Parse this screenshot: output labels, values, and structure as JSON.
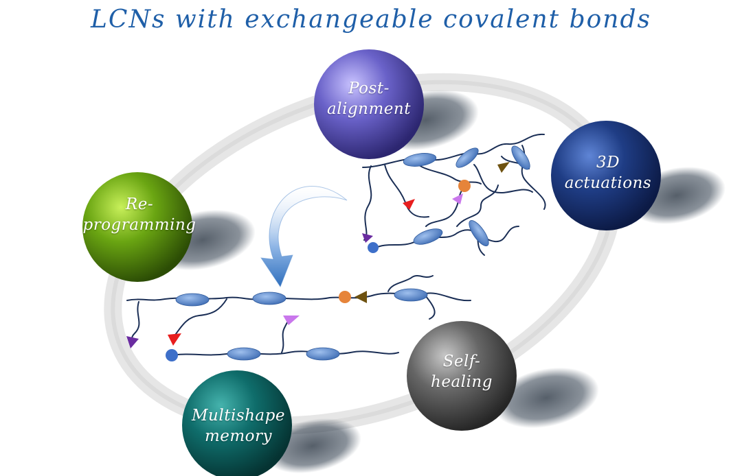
{
  "title": "LCNs with exchangeable covalent bonds",
  "features": [
    {
      "id": "post-alignment",
      "lines": [
        "Post-",
        "alignment"
      ],
      "color": "#5b55b8"
    },
    {
      "id": "3d-actuations",
      "lines": [
        "3D",
        "actuations"
      ],
      "color": "#1c3a7e"
    },
    {
      "id": "re-programming",
      "lines": [
        "Re-",
        "programming"
      ],
      "color": "#6aa512"
    },
    {
      "id": "self-healing",
      "lines": [
        "Self-",
        "healing"
      ],
      "color": "#5a5a5a"
    },
    {
      "id": "multishape-memory",
      "lines": [
        "Multishape",
        "memory"
      ],
      "color": "#0f6d6b"
    }
  ],
  "colors": {
    "title": "#1f5fa8",
    "chain": "#1a2e55",
    "mesogen": "#5f8ed0",
    "ring": "#d9d9d9",
    "arrow": "#4d86c8",
    "marker_purple": "#6a2ca0",
    "marker_red": "#e81e1e",
    "marker_pink": "#c977ec",
    "marker_brown": "#6e5210",
    "node_orange": "#e6843a",
    "node_blue": "#3d6fc9"
  }
}
